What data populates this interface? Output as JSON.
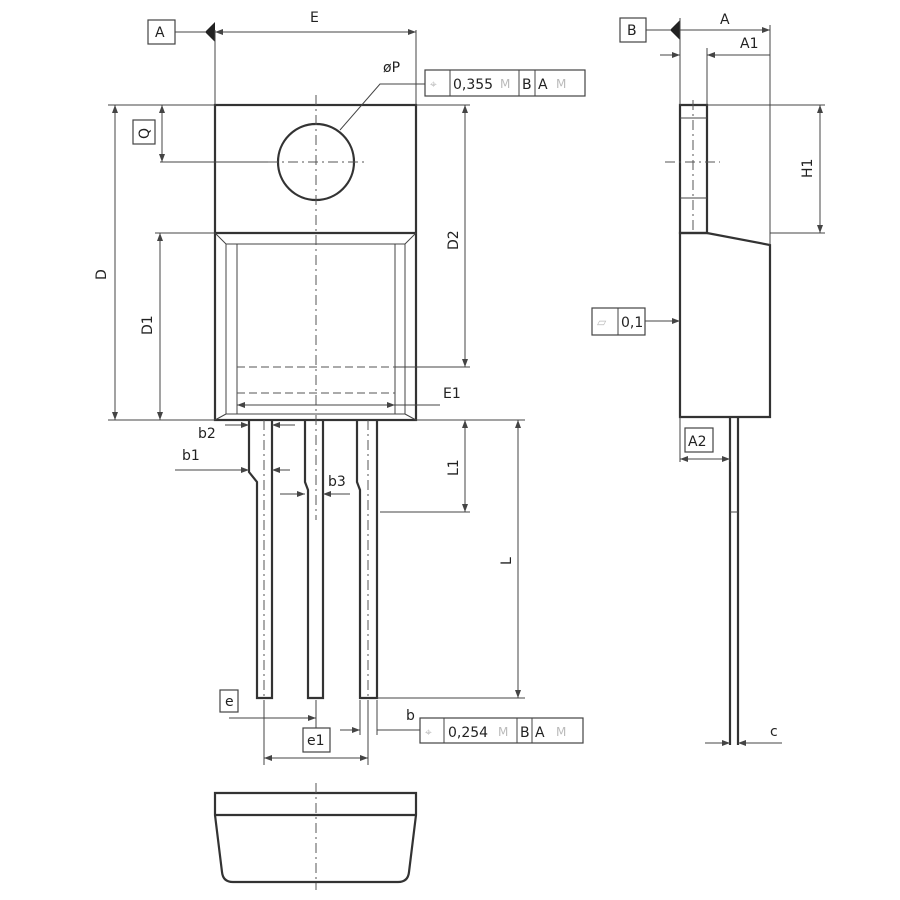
{
  "labels": {
    "datum_a": "A",
    "datum_b": "B",
    "E": "E",
    "phiP": "øP",
    "Q": "Q",
    "D": "D",
    "D1": "D1",
    "D2": "D2",
    "E1": "E1",
    "b2": "b2",
    "b1": "b1",
    "b3": "b3",
    "L1": "L1",
    "L": "L",
    "e": "e",
    "e1": "e1",
    "b": "b",
    "A": "A",
    "A1": "A1",
    "H1": "H1",
    "A2": "A2",
    "c": "c"
  },
  "tolerance_frames": {
    "hole": {
      "symbol": "⌖",
      "value": "0,355",
      "modifier": "M",
      "datum1": "B",
      "datum2": "A",
      "datum_modifier": "M"
    },
    "leads": {
      "symbol": "⌖",
      "value": "0,254",
      "modifier": "M",
      "datum1": "B",
      "datum2": "A",
      "datum_modifier": "M"
    },
    "flatness": {
      "symbol": "▱",
      "value": "0,1"
    }
  }
}
